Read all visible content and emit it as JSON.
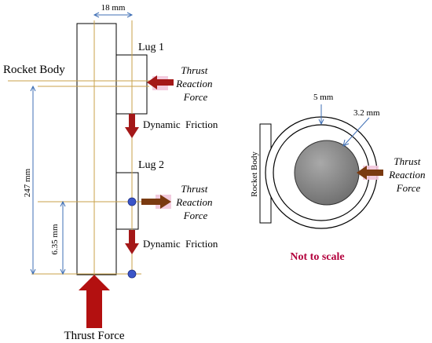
{
  "left_view": {
    "width_label": "18 mm",
    "body_label": "Rocket Body",
    "lug1_label": "Lug 1",
    "lug2_label": "Lug 2",
    "length_label": "247 mm",
    "offset_label": "6.35 mm",
    "thrust_reaction_1": [
      "Thrust",
      "Reaction",
      "Force"
    ],
    "thrust_reaction_2": [
      "Thrust",
      "Reaction",
      "Force"
    ],
    "friction_1": "Dynamic  Friction",
    "friction_2": "Dynamic  Friction",
    "thrust_force": "Thrust Force"
  },
  "right_view": {
    "outer_label": "5 mm",
    "inner_label": "3.2 mm",
    "body_label": "Rocket Body",
    "thrust_reaction": [
      "Thrust",
      "Reaction",
      "Force"
    ],
    "note": "Not to scale"
  },
  "colors": {
    "outline": "#000000",
    "guide_line": "#c8a24a",
    "dimension": "#3f6fb5",
    "arrow": "#a41818",
    "arrow_brown": "#7a3a10",
    "marker": "#3b55c8",
    "rod_fill": "#8a8a8a",
    "note": "#b3003c"
  }
}
